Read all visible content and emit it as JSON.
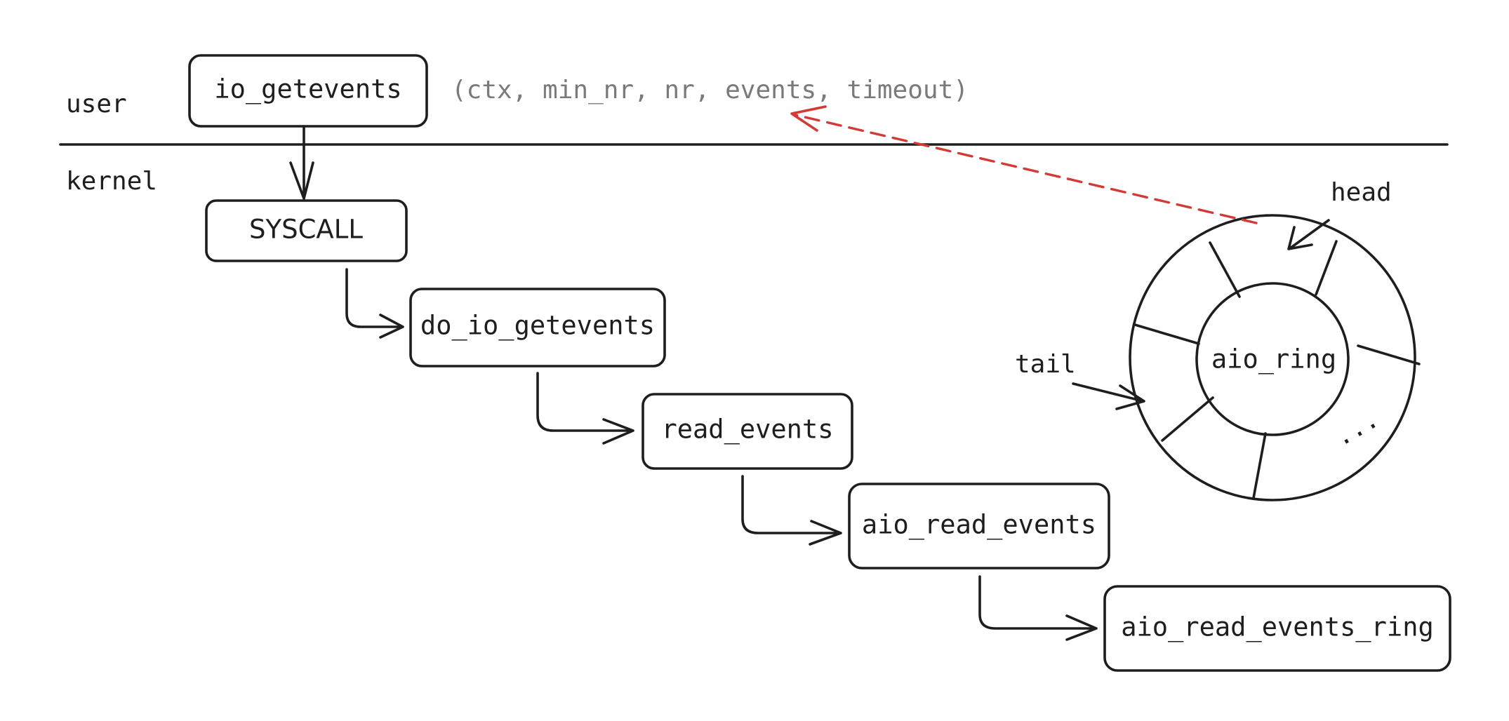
{
  "layers": {
    "user_label": "user",
    "kernel_label": "kernel"
  },
  "call_chain": {
    "io_getevents": "io_getevents",
    "params": "(ctx, min_nr, nr, events, timeout)",
    "syscall": "SYSCALL",
    "do_io_getevents": "do_io_getevents",
    "read_events": "read_events",
    "aio_read_events": "aio_read_events",
    "aio_read_events_ring": "aio_read_events_ring"
  },
  "ring": {
    "name": "aio_ring",
    "head_label": "head",
    "tail_label": "tail",
    "ellipsis": "..."
  },
  "colors": {
    "stroke": "#1e1e1e",
    "params_text": "#7a7a7a",
    "return_arrow": "#d33a36"
  }
}
